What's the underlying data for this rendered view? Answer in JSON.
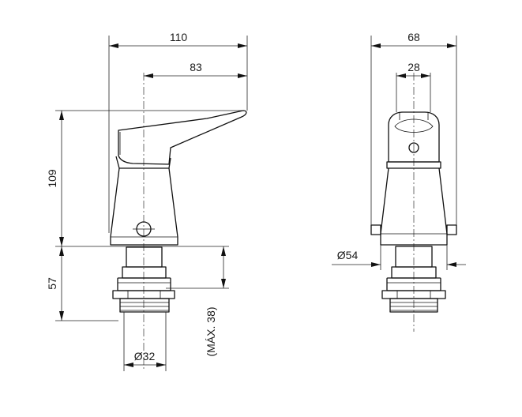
{
  "dimensions": {
    "side": {
      "total_width": "110",
      "spout_width": "83",
      "body_height": "109",
      "shank_height": "57",
      "shank_diameter": "Ø32",
      "max_thread": "(MÁX. 38)"
    },
    "front": {
      "total_width": "68",
      "handle_width": "28",
      "flange_diameter": "Ø54"
    }
  }
}
